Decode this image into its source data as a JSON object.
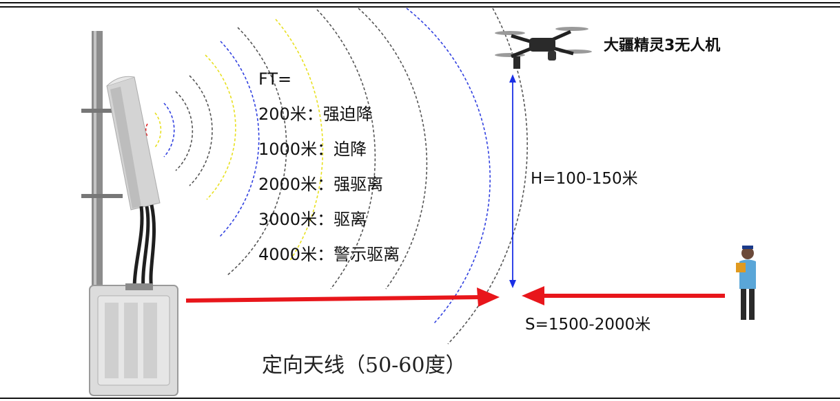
{
  "drone": {
    "label": "大疆精灵3无人机"
  },
  "ft": {
    "header": "FT=",
    "items": [
      "200米：强迫降",
      "1000米：迫降",
      "2000米：强驱离",
      "3000米：驱离",
      "4000米：警示驱离"
    ]
  },
  "height_label": "H=100-150米",
  "distance_label": "S=1500-2000米",
  "antenna_caption": "定向天线（50-60度）",
  "colors": {
    "arrow": "#e8161b",
    "height_arrow": "#1a2fe6",
    "wave_red": "#e02020",
    "wave_yellow": "#e8e020",
    "wave_blue": "#3040e0",
    "wave_gray": "#555555",
    "frame": "#111111"
  }
}
